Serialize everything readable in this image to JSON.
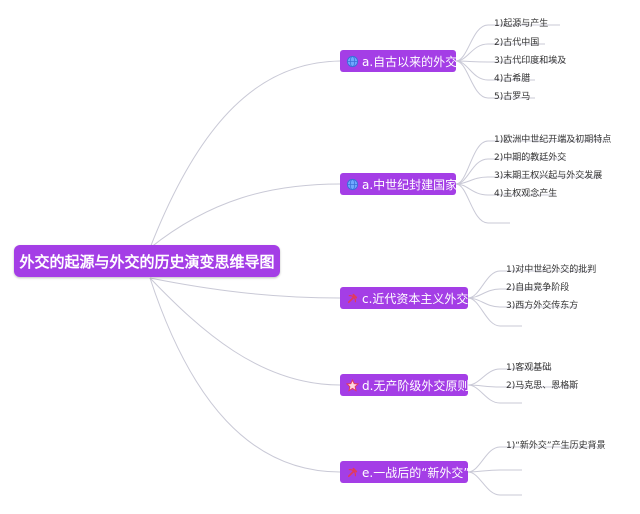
{
  "root": {
    "title": "外交的起源与外交的历史演变思维导图"
  },
  "branches": [
    {
      "label": "a.自古以来的外交",
      "icon": "globe-icon",
      "items": [
        "1)起源与产生",
        "2)古代中国",
        "3)古代印度和埃及",
        "4)古希腊",
        "5)古罗马"
      ]
    },
    {
      "label": "a.中世纪封建国家",
      "icon": "globe-icon",
      "items": [
        "1)欧洲中世纪开端及初期特点",
        "2)中期的教廷外交",
        "3)末期王权兴起与外交发展",
        "4)主权观念产生"
      ]
    },
    {
      "label": "c.近代资本主义外交",
      "icon": "hammer-sickle-icon",
      "items": [
        "1)对中世纪外交的批判",
        "2)自由竞争阶段",
        "3)西方外交传东方"
      ]
    },
    {
      "label": "d.无产阶级外交原则",
      "icon": "star-icon",
      "items": [
        "1)客观基础",
        "2)马克思、恩格斯"
      ]
    },
    {
      "label": "e.一战后的“新外交”",
      "icon": "hammer-sickle-icon",
      "items": [
        "1)“新外交”产生历史背景"
      ]
    }
  ],
  "colors": {
    "node_fill": "#a43ee6",
    "connector": "#c9c9d6",
    "text_light": "#ffffff",
    "leaf_text": "#333333"
  }
}
